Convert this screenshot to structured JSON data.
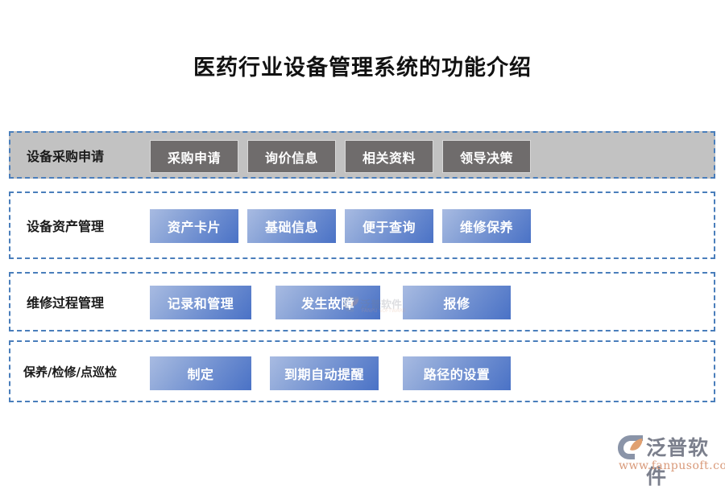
{
  "page": {
    "title": "医药行业设备管理系统的功能介绍",
    "background_color": "#ffffff"
  },
  "theme": {
    "dashed_border_color": "#4a7ebb",
    "gray_band_color": "#c2c2c2",
    "gray_node_color": "#6f6c6c",
    "blue_node_gradient_start": "#a8bbe2",
    "blue_node_gradient_end": "#4a72c6",
    "title_color": "#111111",
    "node_text_color": "#ffffff"
  },
  "rows": [
    {
      "id": "row-1",
      "label": "设备采购申请",
      "style": "gray",
      "nodes": [
        {
          "label": "采购申请"
        },
        {
          "label": "询价信息"
        },
        {
          "label": "相关资料"
        },
        {
          "label": "领导决策"
        }
      ]
    },
    {
      "id": "row-2",
      "label": "设备资产管理",
      "style": "blue",
      "nodes": [
        {
          "label": "资产卡片"
        },
        {
          "label": "基础信息"
        },
        {
          "label": "便于查询"
        },
        {
          "label": "维修保养"
        }
      ]
    },
    {
      "id": "row-3",
      "label": "维修过程管理",
      "style": "blue",
      "nodes": [
        {
          "label": "记录和管理"
        },
        {
          "label": "发生故障"
        },
        {
          "label": "报修"
        }
      ]
    },
    {
      "id": "row-4",
      "label": "保养/检修/点巡检",
      "style": "blue",
      "nodes": [
        {
          "label": "制定"
        },
        {
          "label": "到期自动提醒"
        },
        {
          "label": "路径的设置"
        }
      ]
    }
  ],
  "logo": {
    "name": "泛普软件",
    "url": "www.fanpusoft.com",
    "mark_icon": "fanpu-logo-icon",
    "mark_color": "#8a94a8",
    "accent_color": "#e0a070",
    "text_color": "#7b7f8c",
    "url_color": "#d99a7a"
  },
  "watermark": {
    "name": "泛普软件",
    "url": "FANPU SOFTWARE"
  }
}
